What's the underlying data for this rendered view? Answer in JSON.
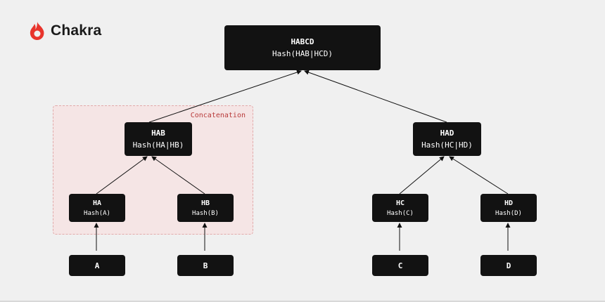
{
  "logo": {
    "text": "Chakra",
    "icon": "chakra-flame-icon",
    "color": "#e8342c"
  },
  "group": {
    "label": "Concatenation"
  },
  "nodes": {
    "habcd": {
      "title": "HABCD",
      "sub": "Hash(HAB|HCD)"
    },
    "hab": {
      "title": "HAB",
      "sub": "Hash(HA|HB)"
    },
    "had": {
      "title": "HAD",
      "sub": "Hash(HC|HD)"
    },
    "ha": {
      "title": "HA",
      "sub": "Hash(A)"
    },
    "hb": {
      "title": "HB",
      "sub": "Hash(B)"
    },
    "hc": {
      "title": "HC",
      "sub": "Hash(C)"
    },
    "hd": {
      "title": "HD",
      "sub": "Hash(D)"
    },
    "a": {
      "title": "A"
    },
    "b": {
      "title": "B"
    },
    "c": {
      "title": "C"
    },
    "d": {
      "title": "D"
    }
  },
  "colors": {
    "node_bg": "#121212",
    "accent": "#b83a3a",
    "background": "#f0f0f0"
  }
}
